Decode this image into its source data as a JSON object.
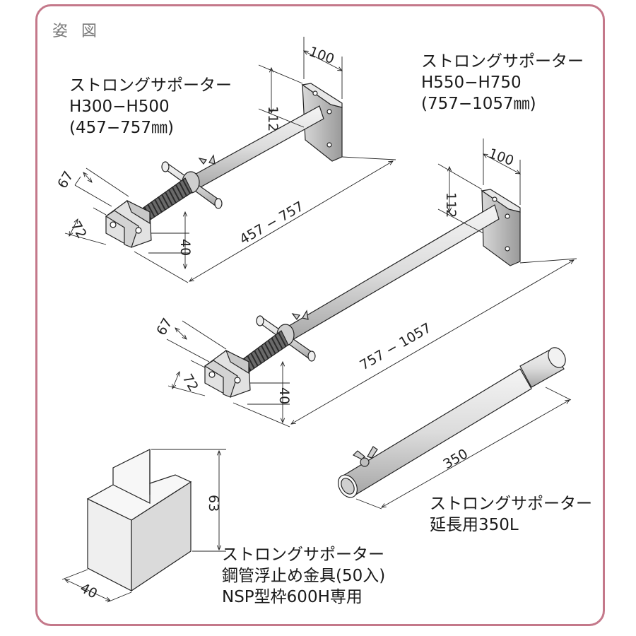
{
  "section_title": "姿 図",
  "products": {
    "short": {
      "name": "ストロングサポーター",
      "range": "H300−H500",
      "length": "(457−757㎜)"
    },
    "long": {
      "name": "ストロングサポーター",
      "range": "H550−H750",
      "length": "(757−1057㎜)"
    },
    "extension": {
      "name": "ストロングサポーター",
      "desc": "延長用350L"
    },
    "bracket": {
      "name": "ストロングサポーター",
      "desc": "鋼管浮止め金具(50入)",
      "spec": "NSP型枠600H専用"
    }
  },
  "dimensions": {
    "short": {
      "plate_width": "100",
      "plate_height": "112",
      "base_a": "67",
      "base_b": "72",
      "base_c": "40",
      "span": "457 − 757"
    },
    "long": {
      "plate_width": "100",
      "plate_height": "112",
      "base_a": "67",
      "base_b": "72",
      "base_c": "40",
      "span": "757 − 1057"
    },
    "extension": {
      "length": "350"
    },
    "bracket": {
      "height": "63",
      "width": "40"
    }
  },
  "colors": {
    "frame": "#c4788a",
    "line": "#222222",
    "metal_light": "#e6e6e6",
    "metal_mid": "#bfbfbf",
    "metal_dark": "#8c8c8c",
    "spring": "#555555"
  }
}
